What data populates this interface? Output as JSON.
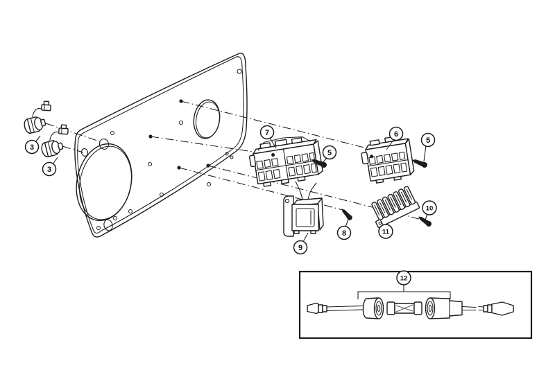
{
  "figure": {
    "type": "exploded-parts-diagram",
    "colors": {
      "line": "#1c1c1c",
      "background": "#ffffff"
    }
  },
  "callouts": [
    {
      "label": "3"
    },
    {
      "label": "3"
    },
    {
      "label": "7"
    },
    {
      "label": "5"
    },
    {
      "label": "6"
    },
    {
      "label": "5"
    },
    {
      "label": "9"
    },
    {
      "label": "8"
    },
    {
      "label": "11"
    },
    {
      "label": "10"
    },
    {
      "label": "12"
    }
  ]
}
